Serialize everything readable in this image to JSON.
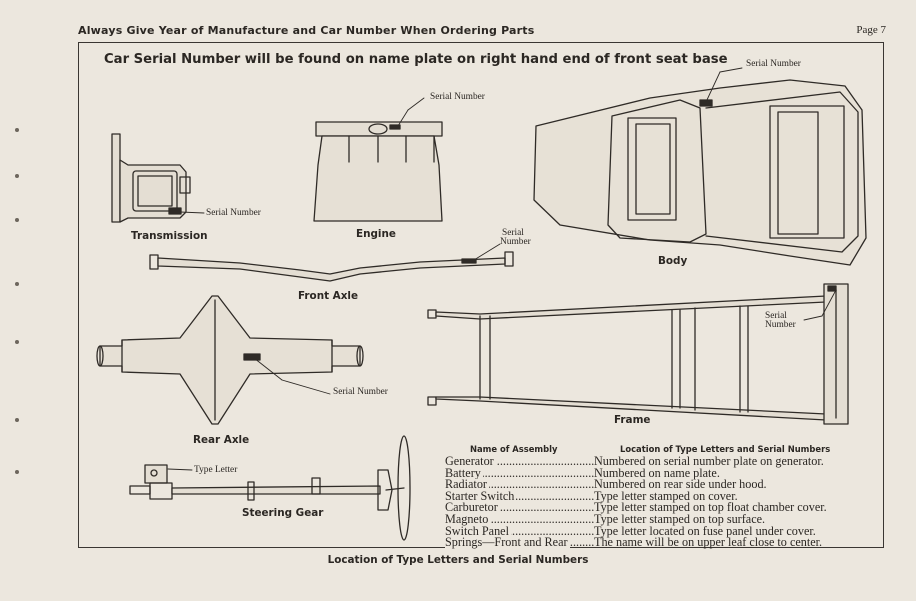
{
  "header": {
    "notice": "Always Give Year of Manufacture and Car Number When Ordering Parts",
    "page": "Page 7"
  },
  "title": "Car Serial Number will be found on name plate on right hand end of front seat base",
  "diagram": {
    "transmission": {
      "label": "Transmission",
      "callout": "Serial Number"
    },
    "engine": {
      "label": "Engine",
      "callout": "Serial Number"
    },
    "body": {
      "label": "Body",
      "callout": "Serial Number"
    },
    "front_axle": {
      "label": "Front Axle",
      "callout_line1": "Serial",
      "callout_line2": "Number"
    },
    "frame": {
      "label": "Frame",
      "callout_line1": "Serial",
      "callout_line2": "Number"
    },
    "rear_axle": {
      "label": "Rear Axle",
      "callout": "Serial Number"
    },
    "steering_gear": {
      "label": "Steering Gear",
      "callout": "Type Letter"
    }
  },
  "table": {
    "col_assembly": "Name of Assembly",
    "col_location": "Location of Type Letters and Serial Numbers",
    "rows": [
      {
        "assembly": "Generator",
        "location": "Numbered on serial number plate on generator."
      },
      {
        "assembly": "Battery",
        "location": "Numbered on name plate."
      },
      {
        "assembly": "Radiator",
        "location": "Numbered on rear side under hood."
      },
      {
        "assembly": "Starter Switch",
        "location": "Type letter stamped on cover."
      },
      {
        "assembly": "Carburetor",
        "location": "Type letter stamped on top float chamber cover."
      },
      {
        "assembly": "Magneto",
        "location": "Type letter stamped on top surface."
      },
      {
        "assembly": "Switch Panel",
        "location": "Type letter located on fuse panel under cover."
      },
      {
        "assembly": "Springs—Front and Rear",
        "location": "The name will be on upper leaf close to center."
      }
    ]
  },
  "caption": "Location of Type Letters and Serial Numbers"
}
